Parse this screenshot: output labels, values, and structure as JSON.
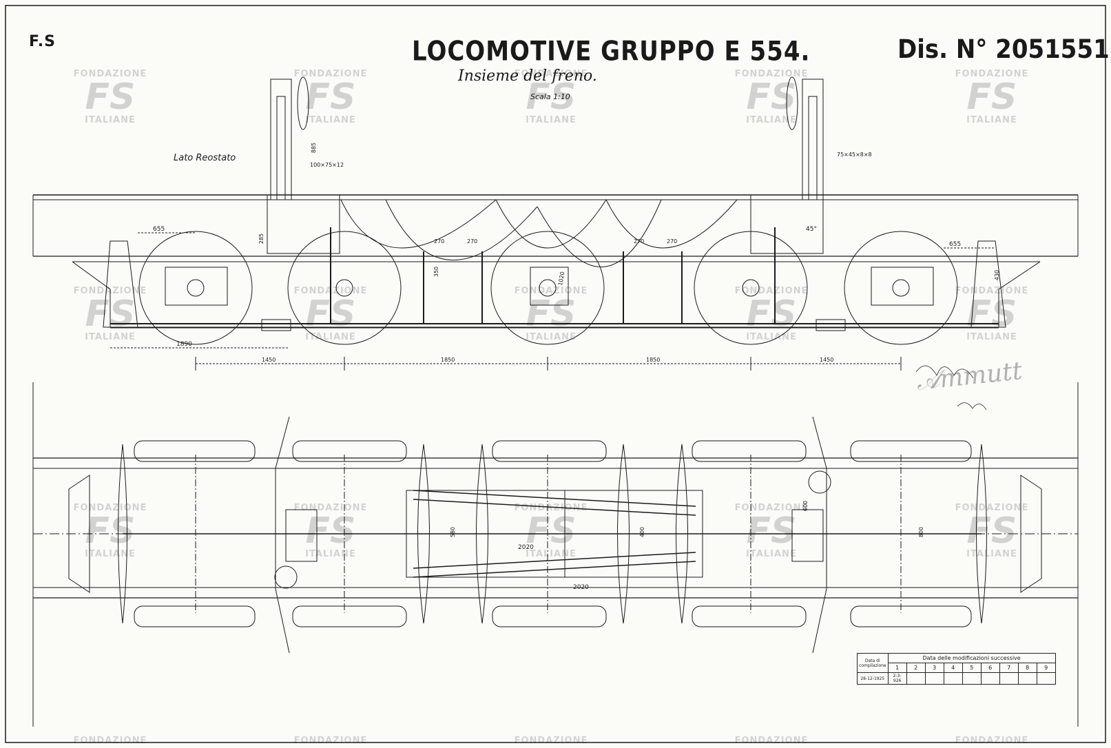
{
  "header": {
    "fs_mark": "F.S",
    "title": "LOCOMOTIVE GRUPPO E 554.",
    "subtitle": "Insieme del freno.",
    "drawing_number": "Dis. N° 2051551",
    "scale": "Scala 1:10",
    "side_label": "Lato Reostato"
  },
  "watermark": {
    "top": "FONDAZIONE",
    "logo": "FS",
    "bottom": "ITALIANE"
  },
  "dimensions": {
    "d655_left": "655",
    "d655_right": "655",
    "d1890": "1890",
    "d1450_left": "1450",
    "d1850_left": "1850",
    "d1850_right": "1850",
    "d1450_right": "1450",
    "d270_a": "270",
    "d270_b": "270",
    "d270_c": "270",
    "d270_d": "270",
    "d350": "350",
    "d430": "430",
    "d285": "285",
    "d885": "885",
    "profile_left": "100×75×12",
    "profile_right": "75×45×8×8",
    "angle45": "45°",
    "d2020_a": "2020",
    "d2020_b": "2020",
    "d580": "580",
    "d400": "400",
    "d600": "600",
    "d800": "800",
    "d1020": "1020"
  },
  "revision_table": {
    "col_date_header": "Data di compilazione",
    "mods_header": "Data delle modificazioni successive",
    "numbers": [
      "1",
      "2",
      "3",
      "4",
      "5",
      "6",
      "7",
      "8",
      "9"
    ],
    "compile_date": "28-12-1925",
    "mod1_date": "2-3-926"
  },
  "colors": {
    "paper": "#fbfbf8",
    "ink": "#1a1a1a"
  }
}
